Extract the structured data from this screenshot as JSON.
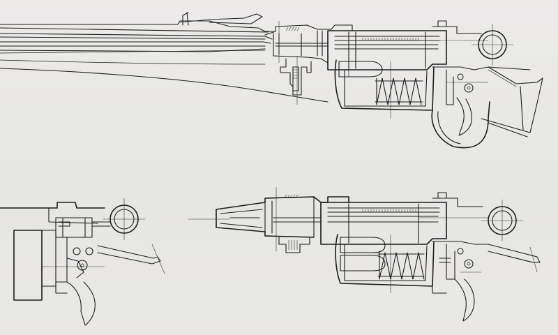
{
  "figure": {
    "background": "#e9e8e6",
    "line_color": "#1c1c1c",
    "views": [
      "full-rifle-cross-section",
      "trigger-group-detail",
      "receiver-cross-section"
    ]
  }
}
